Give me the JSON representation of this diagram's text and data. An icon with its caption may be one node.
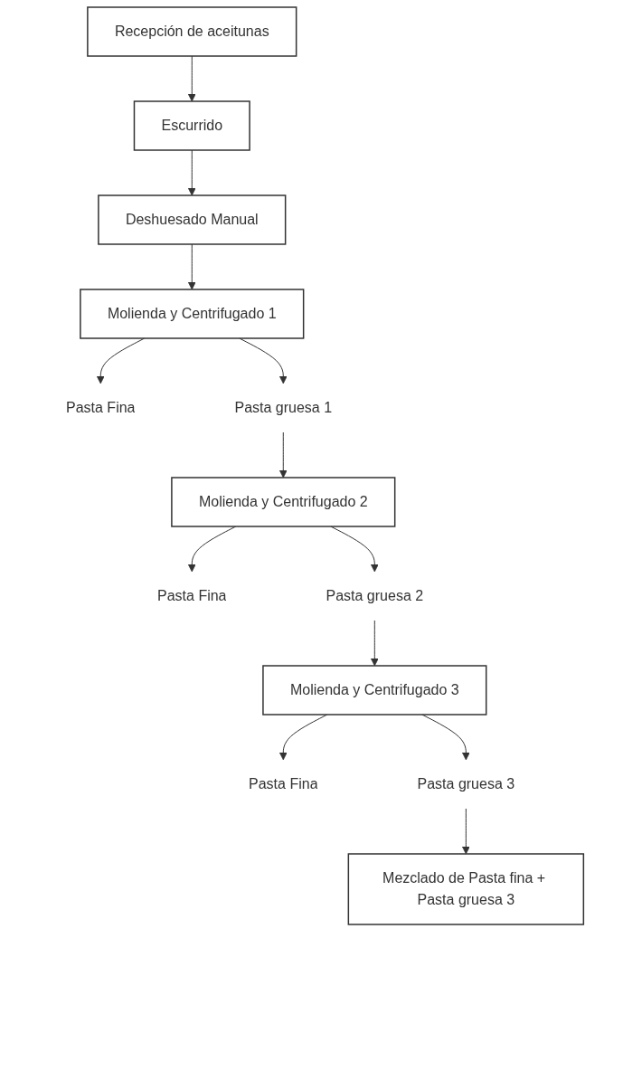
{
  "diagram": {
    "nodes": [
      {
        "text": [
          "Recepción de aceitunas"
        ]
      },
      {
        "text": [
          "Escurrido"
        ]
      },
      {
        "text": [
          "Deshuesado Manual"
        ]
      },
      {
        "text": [
          "Molienda y Centrifugado 1"
        ]
      },
      {
        "text": [
          "Pasta Fina"
        ]
      },
      {
        "text": [
          "Pasta gruesa 1"
        ]
      },
      {
        "text": [
          "Molienda y Centrifugado 2"
        ]
      },
      {
        "text": [
          "Pasta Fina"
        ]
      },
      {
        "text": [
          "Pasta gruesa 2"
        ]
      },
      {
        "text": [
          "Molienda y Centrifugado 3"
        ]
      },
      {
        "text": [
          "Pasta Fina"
        ]
      },
      {
        "text": [
          "Pasta gruesa 3"
        ]
      },
      {
        "text": [
          "Mezclado de Pasta fina + Pasta gruesa 3"
        ]
      }
    ],
    "edges": [
      {
        "from": 0,
        "to": 1,
        "arrow": "to"
      },
      {
        "from": 1,
        "to": 2,
        "arrow": "to"
      },
      {
        "from": 2,
        "to": 3,
        "arrow": "to"
      },
      {
        "from": 3,
        "to": 4,
        "arrow": "to"
      },
      {
        "from": 3,
        "to": 5,
        "arrow": "to"
      },
      {
        "from": 5,
        "to": 6,
        "arrow": "to"
      },
      {
        "from": 6,
        "to": 7,
        "arrow": "to"
      },
      {
        "from": 6,
        "to": 8,
        "arrow": "to"
      },
      {
        "from": 8,
        "to": 9,
        "arrow": "to"
      },
      {
        "from": 9,
        "to": 10,
        "arrow": "to"
      },
      {
        "from": 9,
        "to": 11,
        "arrow": "to"
      },
      {
        "from": 11,
        "to": 12,
        "arrow": "to"
      }
    ]
  }
}
